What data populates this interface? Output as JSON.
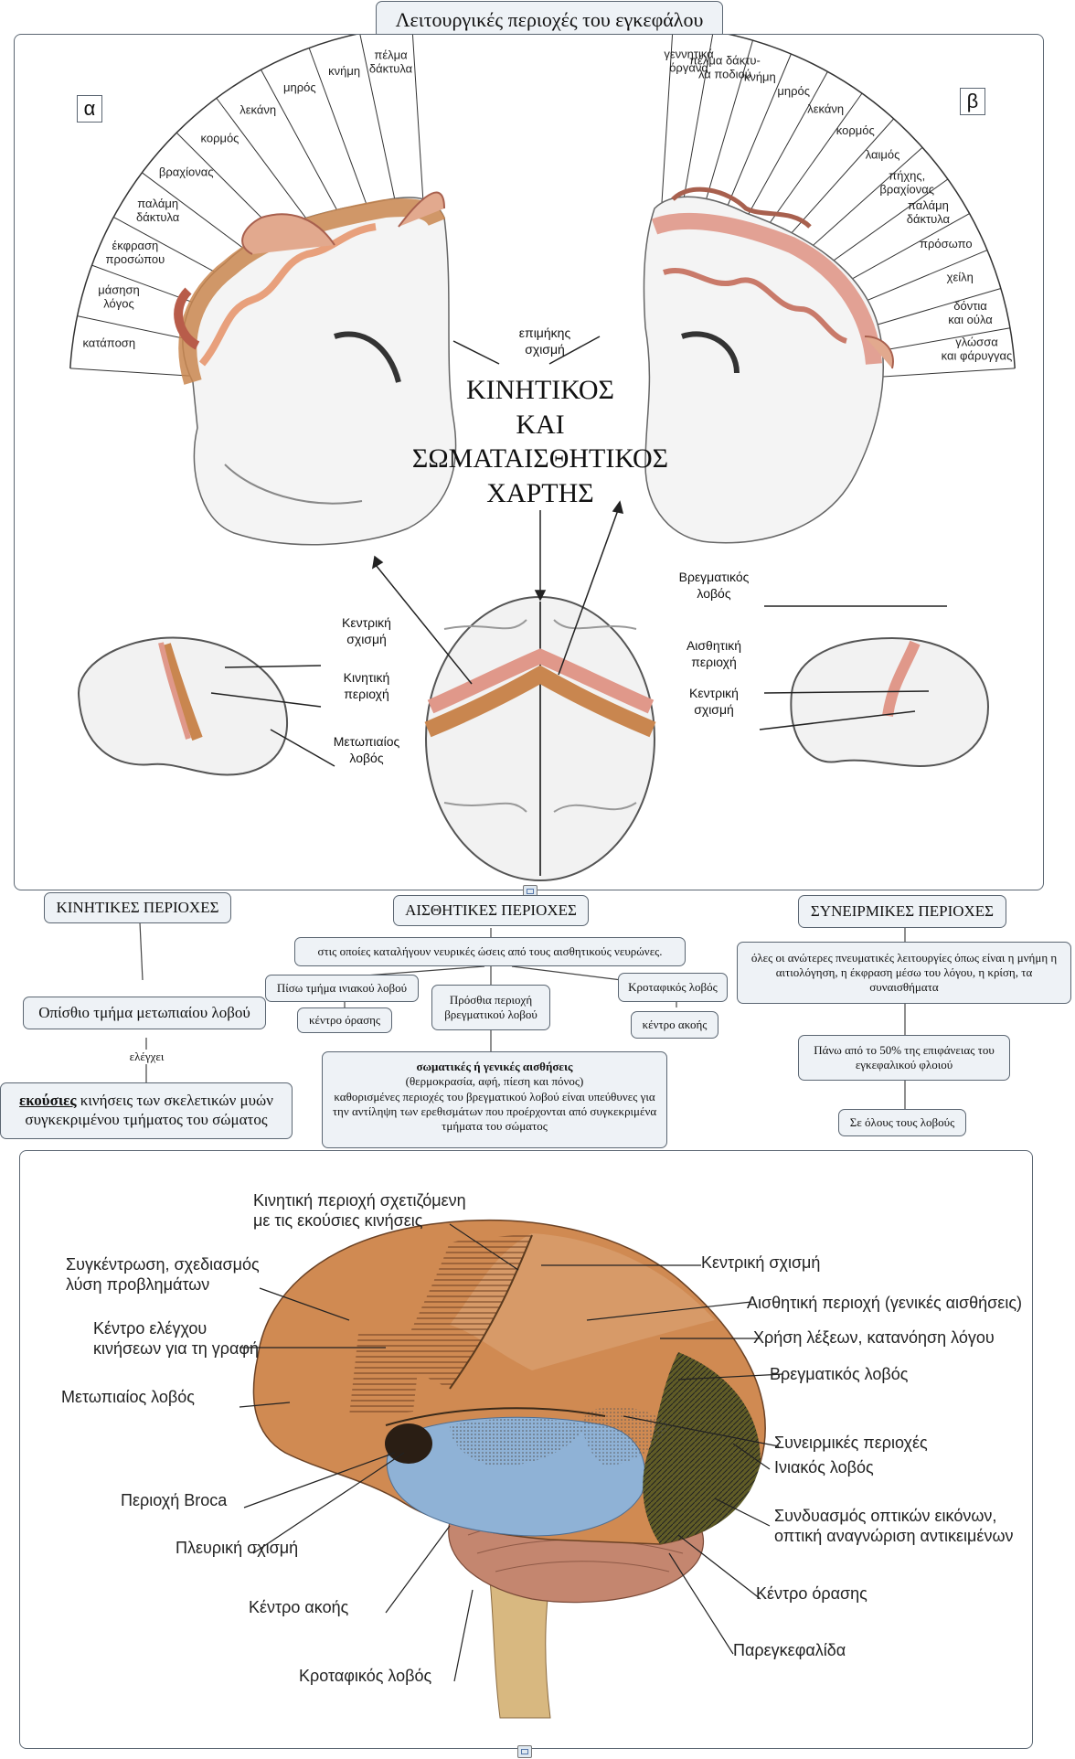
{
  "title": "Λειτουργικές περιοχές του εγκεφάλου",
  "top_panel": {
    "label_a": "α",
    "label_b": "β",
    "center_text": [
      "ΚΙΝΗΤΙΚΟΣ",
      "ΚΑΙ",
      "ΣΩΜΑΤΑΙΣΘΗΤΙΚΟΣ",
      "ΧΑΡΤΗΣ"
    ],
    "left_segments": [
      "κατάποση",
      "μάσηση\nλόγος",
      "έκφραση\nπροσώπου",
      "παλάμη\nδάκτυλα",
      "βραχίονας",
      "κορμός",
      "λεκάνη",
      "μηρός",
      "κνήμη",
      "πέλμα\nδάκτυλα"
    ],
    "right_segments": [
      "γεννητικά\nόργανα",
      "πέλμα δάκτυ-\nλα ποδιού",
      "κνήμη",
      "μηρός",
      "λεκάνη",
      "κορμός",
      "λαιμός",
      "πήχης,\nβραχίονας",
      "παλάμη\nδάκτυλα",
      "πρόσωπο",
      "χείλη",
      "δόντια\nκαι ούλα",
      "γλώσσα\nκαι φάρυγγας"
    ],
    "sulcus_label": "επιμήκης\nσχισμή",
    "left_brain_labels": [
      "Κεντρική\nσχισμή",
      "Κινητική\nπεριοχή",
      "Μετωπιαίος\nλοβός"
    ],
    "right_brain_labels": [
      "Βρεγματικός\nλοβός",
      "Αισθητική\nπεριοχή",
      "Κεντρική\nσχισμή"
    ]
  },
  "map": {
    "motor_header": "ΚΙΝΗΤΙΚΕΣ ΠΕΡΙΟΧΕΣ",
    "motor_region": "Οπίσθιο τμήμα μετωπιαίου λοβού",
    "motor_link": "ελέγχει",
    "motor_desc_bold": "εκούσιες",
    "motor_desc_rest": " κινήσεις των σκελετικών μυών συγκεκριμένου τμήματος του σώματος",
    "sensory_header": "ΑΙΣΘΗΤΙΚΕΣ ΠΕΡΙΟΧΕΣ",
    "sensory_desc": "στις οποίες καταλήγουν νευρικές ώσεις από τους αισθητικούς νευρώνες.",
    "occipital": "Πίσω τμήμα ινιακού λοβού",
    "vision": "κέντρο όρασης",
    "parietal": "Πρόσθια περιοχή βρεγματικού λοβού",
    "temporal": "Κροταφικός λοβός",
    "hearing": "κέντρο ακοής",
    "somatic_title": "σωματικές ή γενικές αισθήσεις",
    "somatic_list": "(θερμοκρασία, αφή, πίεση και πόνος)",
    "somatic_desc": "καθορισμένες περιοχές του βρεγματικού λοβού είναι υπεύθυνες για την αντίληψη των ερεθισμάτων που προέρχονται από συγκεκριμένα τμήματα του σώματος",
    "assoc_header": "ΣΥΝΕΙΡΜΙΚΕΣ ΠΕΡΙΟΧΕΣ",
    "assoc_desc": "όλες οι ανώτερες πνευματικές λειτουργίες όπως είναι η μνήμη η αιτιολόγηση, η έκφραση μέσω του λόγου, η κρίση, τα συναισθήματα",
    "assoc_surface": "Πάνω από το 50% της επιφάνειας του εγκεφαλικού φλοιού",
    "assoc_lobes": "Σε όλους τους λοβούς"
  },
  "bottom_panel": {
    "left_labels": [
      "Κινητική περιοχή σχετιζόμενη\nμε τις εκούσιες κινήσεις",
      "Συγκέντρωση, σχεδιασμός\nλύση προβλημάτων",
      "Κέντρο ελέγχου\nκινήσεων για τη γραφή",
      "Μετωπιαίος λοβός",
      "Περιοχή Broca",
      "Πλευρική σχισμή",
      "Κέντρο ακοής",
      "Κροταφικός λοβός"
    ],
    "right_labels": [
      "Κεντρική σχισμή",
      "Αισθητική περιοχή (γενικές αισθήσεις)",
      "Χρήση λέξεων, κατανόηση λόγου",
      "Βρεγματικός λοβός",
      "Συνειρμικές περιοχές",
      "Ινιακός λοβός",
      "Συνδυασμός οπτικών εικόνων,\nοπτική αναγνώριση αντικειμένων",
      "Κέντρο όρασης",
      "Παρεγκεφαλίδα"
    ]
  },
  "colors": {
    "motor_orange": "#d58b4f",
    "sensory_pink": "#e0988a",
    "temporal_blue": "#8fb2d6",
    "occipital_olive": "#5a5a24",
    "frontal_orange": "#c9864f",
    "stem": "#d8b880",
    "cerebellum": "#c4866f"
  }
}
